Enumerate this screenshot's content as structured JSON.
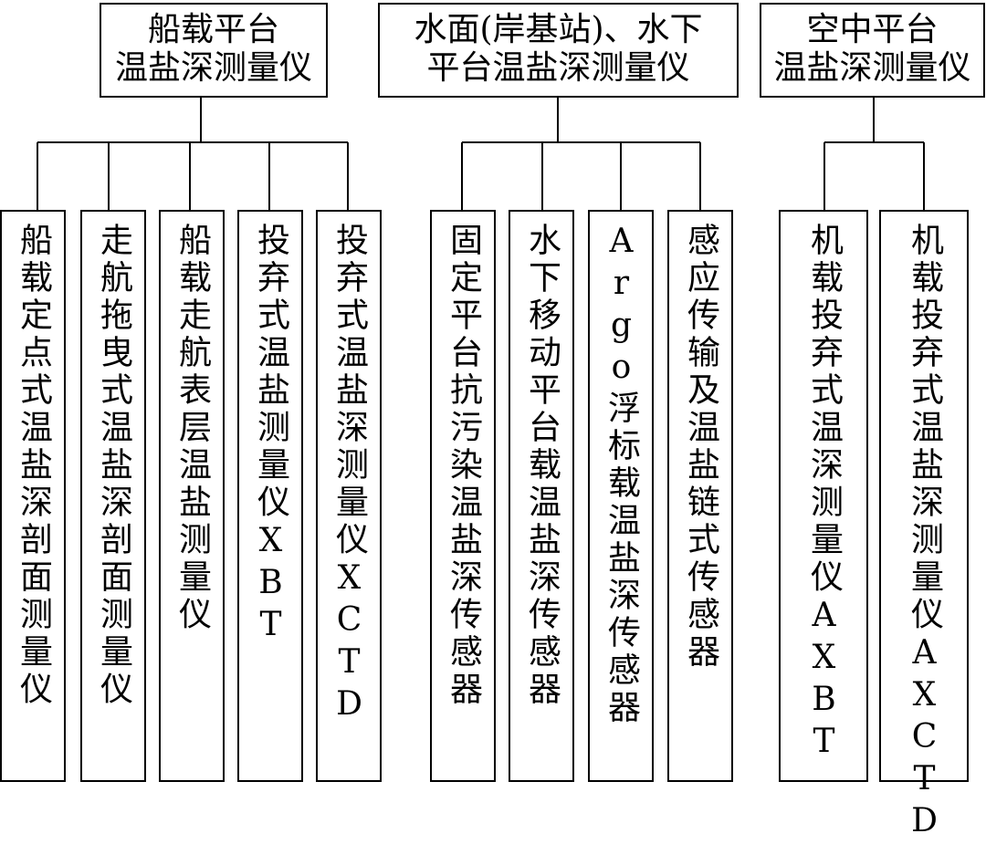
{
  "categories": [
    {
      "title_line1": "船载平台",
      "title_line2": "温盐深测量仪",
      "items": [
        "船载定点式温盐深剖面测量仪",
        "走航拖曳式温盐深剖面测量仪",
        "船载走航表层温盐测量仪",
        "投弃式温盐测量仪XBT",
        "投弃式温盐深测量仪XCTD"
      ]
    },
    {
      "title_line1": "水面(岸基站)、水下",
      "title_line2": "平台温盐深测量仪",
      "items": [
        "固定平台抗污染温盐深传感器",
        "水下移动平台载温盐深传感器",
        "Argo浮标载温盐深传感器",
        "感应传输及温盐链式传感器"
      ]
    },
    {
      "title_line1": "空中平台",
      "title_line2": "温盐深测量仪",
      "items": [
        "机载投弃式温深测量仪AXBT",
        "机载投弃式温盐深测量仪AXCTD"
      ]
    }
  ]
}
